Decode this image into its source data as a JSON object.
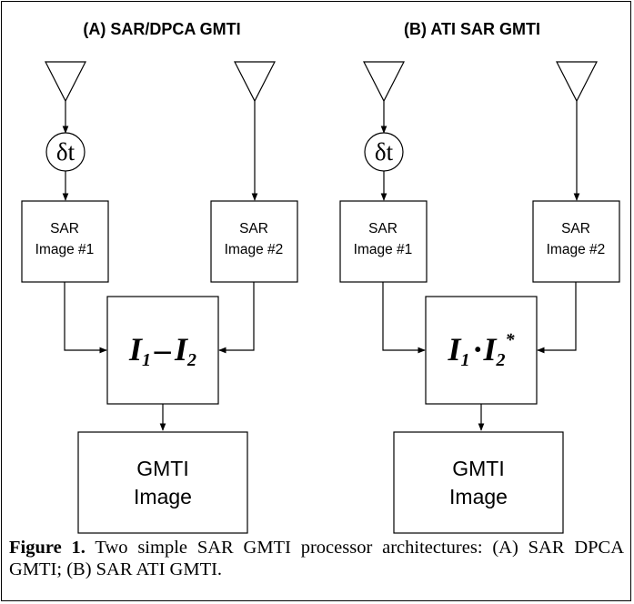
{
  "panel_a": {
    "title": "(A) SAR/DPCA GMTI",
    "delay_symbol": "δt",
    "image1": [
      "SAR",
      "Image #1"
    ],
    "image2": [
      "SAR",
      "Image #2"
    ],
    "operation": {
      "i1": "I",
      "s1": "1",
      "op": "–",
      "i2": "I",
      "s2": "2"
    },
    "output": [
      "GMTI",
      "Image"
    ]
  },
  "panel_b": {
    "title": "(B) ATI SAR GMTI",
    "delay_symbol": "δt",
    "image1": [
      "SAR",
      "Image #1"
    ],
    "image2": [
      "SAR",
      "Image #2"
    ],
    "operation": {
      "i1": "I",
      "s1": "1",
      "op": "·",
      "i2": "I",
      "s2": "2",
      "sup": "*"
    },
    "output": [
      "GMTI",
      "Image"
    ]
  },
  "caption": {
    "label": "Figure 1.",
    "text": " Two simple SAR GMTI processor architectures: (A) SAR DPCA GMTI; (B) SAR ATI GMTI."
  },
  "icons": [
    "antenna-icon",
    "delay-icon"
  ]
}
